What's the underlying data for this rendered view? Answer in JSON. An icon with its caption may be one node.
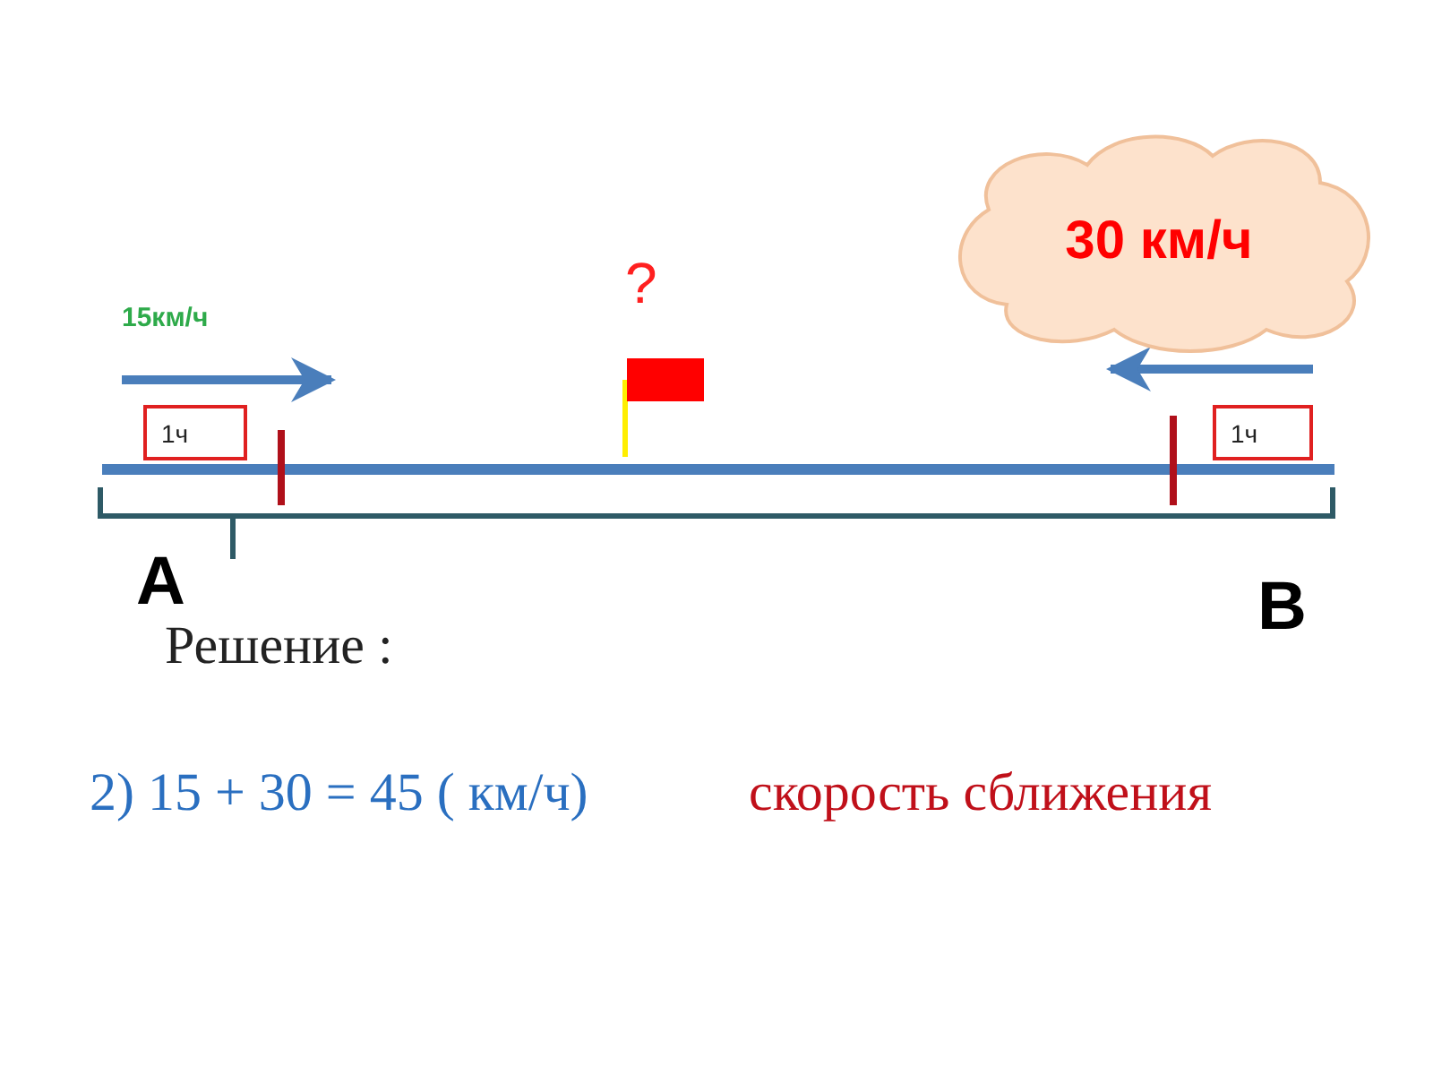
{
  "diagram": {
    "nodes": [
      {
        "text": [
          "1ч"
        ]
      },
      {
        "text": [
          "1ч"
        ]
      },
      {
        "text": [
          "30 км/ч"
        ]
      }
    ],
    "labels": [
      "15км/ч",
      "?",
      "А",
      "В",
      "Решение :",
      "2) 15 + 30 = 45 ( км/ч)",
      "скорость сближения"
    ]
  }
}
